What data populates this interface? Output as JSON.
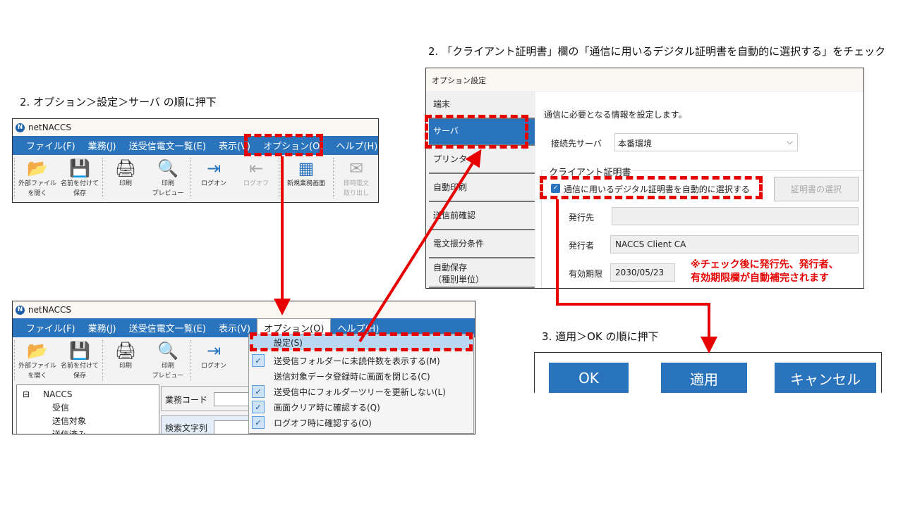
{
  "captions": {
    "step2a": "2. オプション＞設定＞サーバ の順に押下",
    "step2b": "2. 「クライアント証明書」欄の「通信に用いるデジタル証明書を自動的に選択する」をチェック",
    "step3": "3. 適用＞OK の順に押下"
  },
  "app": {
    "title": "netNACCS",
    "logo": "N",
    "menus": [
      "ファイル(F)",
      "業務(J)",
      "送受信電文一覧(E)",
      "表示(V)",
      "オプション(O)",
      "ヘルプ(H)"
    ],
    "toolbar": [
      {
        "l1": "外部ファイル",
        "l2": "を開く",
        "icon": "📂"
      },
      {
        "l1": "名前を付けて",
        "l2": "保存",
        "icon": "💾"
      },
      {
        "l1": "印刷",
        "l2": "",
        "icon": "🖨"
      },
      {
        "l1": "印刷",
        "l2": "プレビュー",
        "icon": "🔍"
      },
      {
        "l1": "ログオン",
        "l2": "",
        "icon": "⇥"
      },
      {
        "l1": "ログオフ",
        "l2": "",
        "icon": "⇤"
      },
      {
        "l1": "新規業務画面",
        "l2": "",
        "icon": "▦"
      },
      {
        "l1": "即時電文",
        "l2": "取り出し",
        "icon": "✉"
      }
    ]
  },
  "options_menu": {
    "items": [
      {
        "label": "設定(S)",
        "checked": false
      },
      {
        "label": "送受信フォルダーに未読件数を表示する(M)",
        "checked": true
      },
      {
        "label": "送信対象データ登録時に画面を閉じる(C)",
        "checked": false
      },
      {
        "label": "送受信中にフォルダーツリーを更新しない(L)",
        "checked": true
      },
      {
        "label": "画面クリア時に確認する(Q)",
        "checked": true
      },
      {
        "label": "ログオフ時に確認する(O)",
        "checked": true
      }
    ],
    "check": "✓"
  },
  "tree": {
    "root": "NACCS",
    "items": [
      "受信",
      "送信対象",
      "送信済み"
    ],
    "expand": "⊟"
  },
  "search": {
    "code_label": "業務コード",
    "text_label": "検索文字列"
  },
  "dialog": {
    "title": "オプション設定",
    "nav": [
      "端末",
      "サーバ",
      "プリンタ",
      "自動印刷",
      "送信前確認",
      "電文振分条件",
      "自動保存",
      "（種別単位）"
    ],
    "intro": "通信に必要となる情報を設定します。",
    "server_label": "接続先サーバ",
    "server_value": "本番環境",
    "chevron": "⌵",
    "cert_group": "クライアント証明書",
    "auto_select": "通信に用いるデジタル証明書を自動的に選択する",
    "auto_checked": true,
    "select_btn": "証明書の選択",
    "issued_to_label": "発行先",
    "issued_to": "",
    "issuer_label": "発行者",
    "issuer": "NACCS Client CA",
    "expiry_label": "有効期限",
    "expiry": "2030/05/23",
    "note1": "※チェック後に発行先、発行者、",
    "note2": "有効期限欄が自動補完されます"
  },
  "buttons": {
    "ok": "OK",
    "apply": "適用",
    "cancel": "キャンセル"
  },
  "colors": {
    "accent": "#2a74bd",
    "annotation": "#e60000"
  }
}
